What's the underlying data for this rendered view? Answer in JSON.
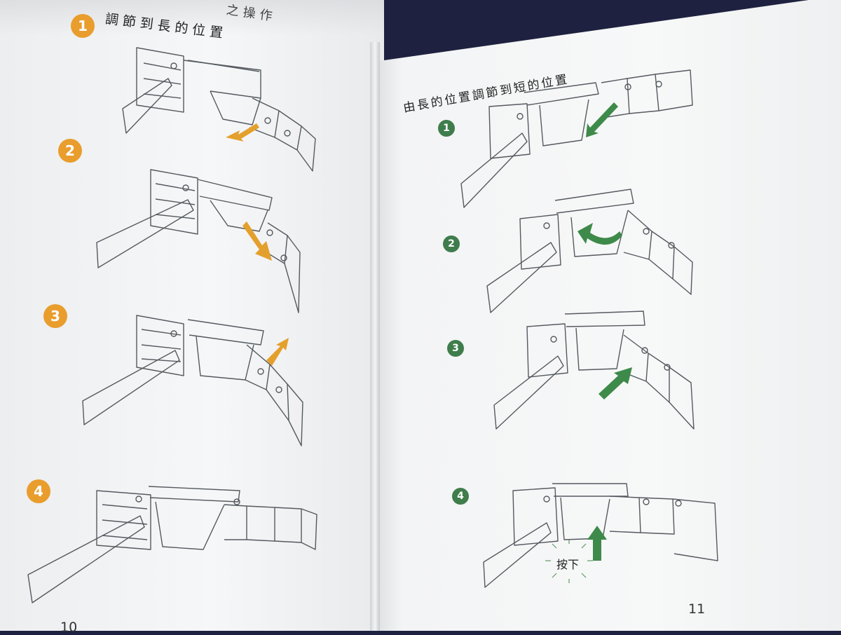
{
  "left_page": {
    "heading_top": "之操作",
    "heading": "調節到長的位置",
    "page_number": "10",
    "accent_color": "#e99d2d",
    "steps": [
      "1",
      "2",
      "3",
      "4"
    ]
  },
  "right_page": {
    "heading": "由長的位置調節到短的位置",
    "page_number": "11",
    "accent_color": "#3f7d4c",
    "steps": [
      "1",
      "2",
      "3",
      "4"
    ],
    "press_label": "按下"
  }
}
